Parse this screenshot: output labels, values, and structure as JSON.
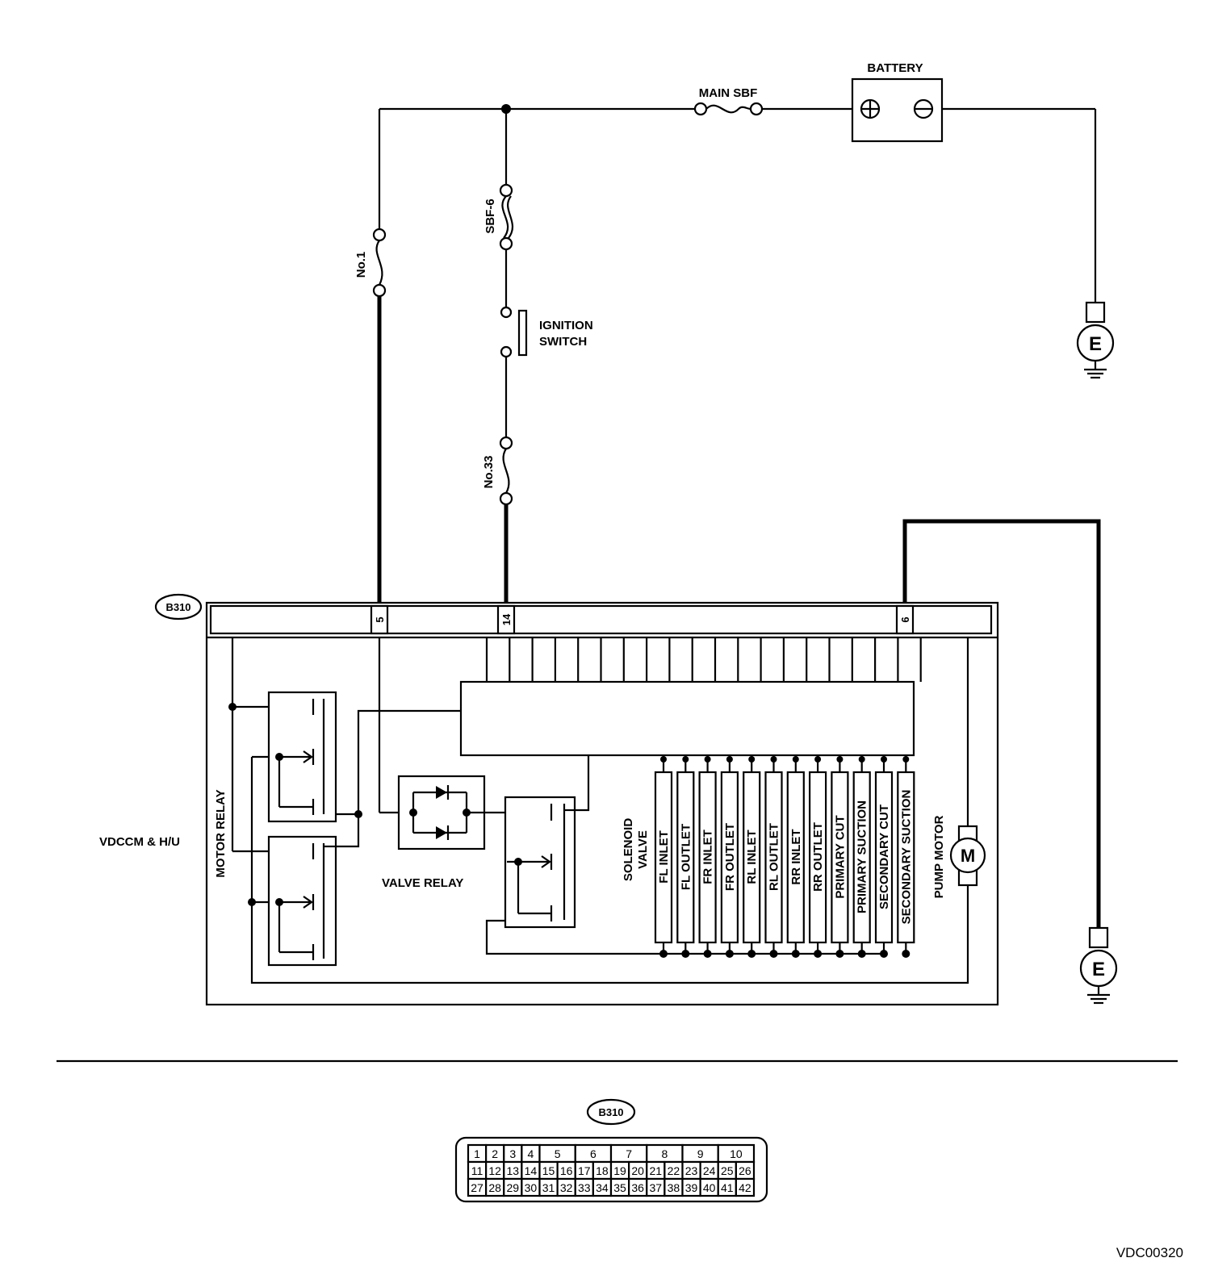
{
  "labels": {
    "battery": "BATTERY",
    "main_sbf": "MAIN SBF",
    "sbf6": "SBF-6",
    "no1": "No.1",
    "ignition_switch": [
      "IGNITION",
      "SWITCH"
    ],
    "no33": "No.33",
    "module": "VDCCM & H/U",
    "motor_relay": "MOTOR RELAY",
    "valve_relay": "VALVE RELAY",
    "solenoid_valve": [
      "SOLENOID",
      "VALVE"
    ],
    "pump_motor": "PUMP MOTOR",
    "motor_symbol": "M",
    "ground_symbol": "E",
    "plus": "+",
    "minus": "−",
    "figure_code": "VDC00320"
  },
  "connector": {
    "id": "B310",
    "pins_used": [
      "5",
      "14",
      "6"
    ],
    "top_row": [
      "1",
      "2",
      "3",
      "4",
      "5",
      "6",
      "7",
      "8",
      "9",
      "10"
    ],
    "mid_row": [
      "11",
      "12",
      "13",
      "14",
      "15",
      "16",
      "17",
      "18",
      "19",
      "20",
      "21",
      "22",
      "23",
      "24",
      "25",
      "26"
    ],
    "bot_row": [
      "27",
      "28",
      "29",
      "30",
      "31",
      "32",
      "33",
      "34",
      "35",
      "36",
      "37",
      "38",
      "39",
      "40",
      "41",
      "42"
    ]
  },
  "solenoids": [
    "FL INLET",
    "FL OUTLET",
    "FR INLET",
    "FR OUTLET",
    "RL INLET",
    "RL OUTLET",
    "RR INLET",
    "RR OUTLET",
    "PRIMARY CUT",
    "PRIMARY SUCTION",
    "SECONDARY CUT",
    "SECONDARY SUCTION"
  ]
}
